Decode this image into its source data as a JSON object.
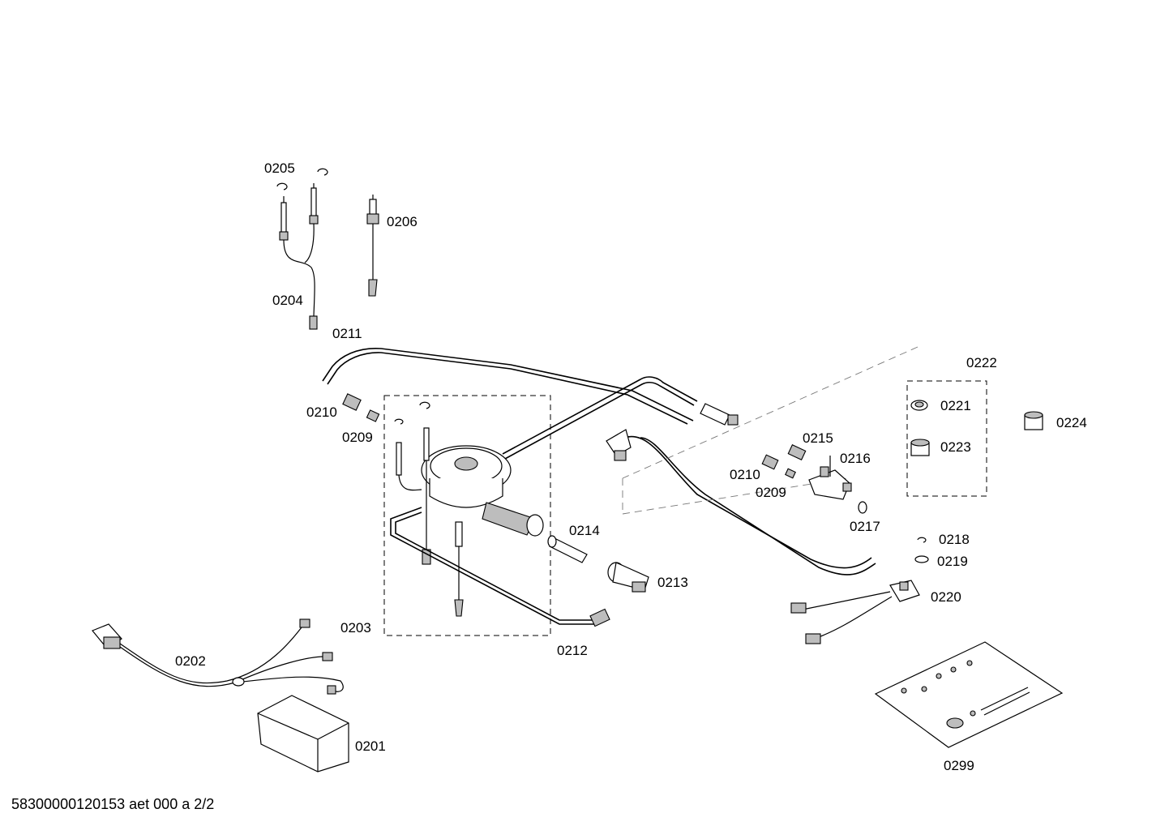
{
  "diagram": {
    "labels": {
      "p0201": "0201",
      "p0202": "0202",
      "p0203": "0203",
      "p0204": "0204",
      "p0205": "0205",
      "p0206": "0206",
      "p0209a": "0209",
      "p0209b": "0209",
      "p0210a": "0210",
      "p0210b": "0210",
      "p0211": "0211",
      "p0212": "0212",
      "p0213": "0213",
      "p0214": "0214",
      "p0215": "0215",
      "p0216": "0216",
      "p0217": "0217",
      "p0218": "0218",
      "p0219": "0219",
      "p0220": "0220",
      "p0221": "0221",
      "p0222": "0222",
      "p0223": "0223",
      "p0224": "0224",
      "p0299": "0299"
    },
    "footer": "58300000120153 aet 000 a 2/2"
  }
}
